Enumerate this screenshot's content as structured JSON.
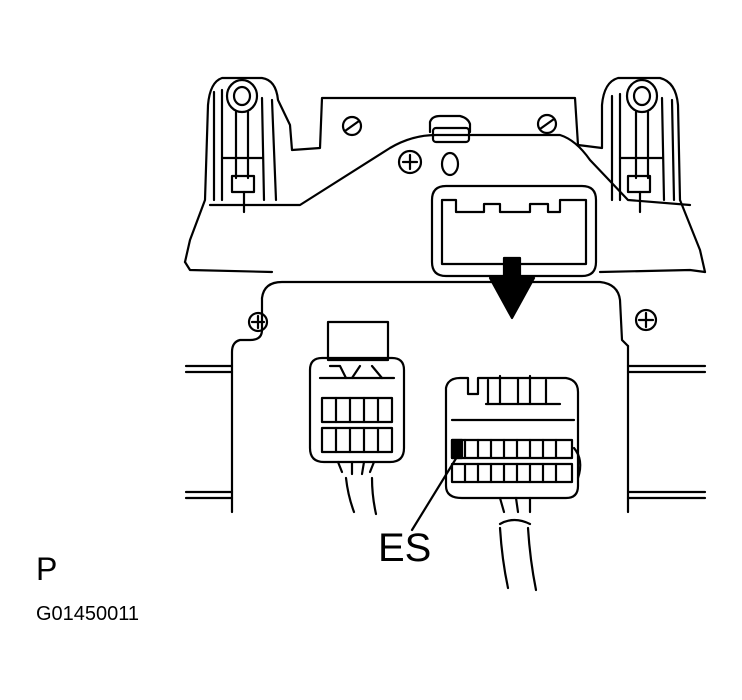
{
  "labels": {
    "connector_callout": "ES",
    "view_letter": "P",
    "figure_code": "G01450011"
  },
  "colors": {
    "ink": "#000000",
    "background": "#ffffff"
  }
}
